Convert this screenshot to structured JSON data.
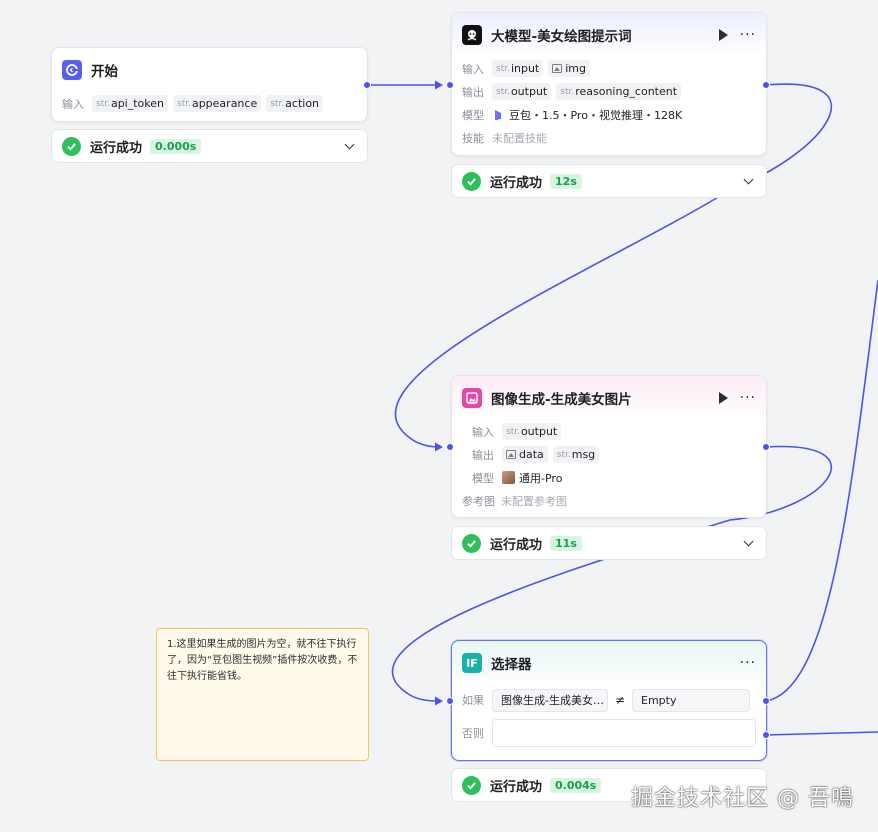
{
  "colors": {
    "accent": "#4d53e8",
    "success": "#2fbf5a",
    "canvas": "#f2f3f5",
    "note_bg": "#fffaea"
  },
  "start_node": {
    "icon": "start-icon",
    "title": "开始",
    "input_label": "输入",
    "type_prefix": "str.",
    "inputs": [
      "api_token",
      "appearance",
      "action"
    ],
    "status": {
      "label": "运行成功",
      "time": "0.000s"
    }
  },
  "llm_node": {
    "icon": "llm-bot-icon",
    "title": "大模型-美女绘图提示词",
    "input_label": "输入",
    "output_label": "输出",
    "model_label": "模型",
    "skills_label": "技能",
    "inputs": [
      {
        "type": "str.",
        "name": "input"
      },
      {
        "type": "image",
        "name": "img"
      }
    ],
    "outputs": [
      {
        "type": "str.",
        "name": "output"
      },
      {
        "type": "str.",
        "name": "reasoning_content"
      }
    ],
    "model": "豆包・1.5・Pro・视觉推理・128K",
    "skills": "未配置技能",
    "status": {
      "label": "运行成功",
      "time": "12s"
    }
  },
  "image_node": {
    "icon": "image-gen-icon",
    "title": "图像生成-生成美女图片",
    "input_label": "输入",
    "output_label": "输出",
    "model_label": "模型",
    "ref_label": "参考图",
    "inputs": [
      {
        "type": "str.",
        "name": "output"
      }
    ],
    "outputs": [
      {
        "type": "image",
        "name": "data"
      },
      {
        "type": "str.",
        "name": "msg"
      }
    ],
    "model": "通用-Pro",
    "ref": "未配置参考图",
    "status": {
      "label": "运行成功",
      "time": "11s"
    }
  },
  "selector_node": {
    "icon": "if-icon",
    "icon_text": "IF",
    "title": "选择器",
    "if_label": "如果",
    "else_label": "否则",
    "condition": {
      "left": "图像生成-生成美女…",
      "operator": "≠",
      "right": "Empty"
    },
    "status": {
      "label": "运行成功",
      "time": "0.004s"
    }
  },
  "note": {
    "text": "1.这里如果生成的图片为空，就不往下执行了，因为“豆包图生视频”插件按次收费，不往下执行能省钱。"
  },
  "watermark": "掘金技术社区 @ 吾鳴"
}
